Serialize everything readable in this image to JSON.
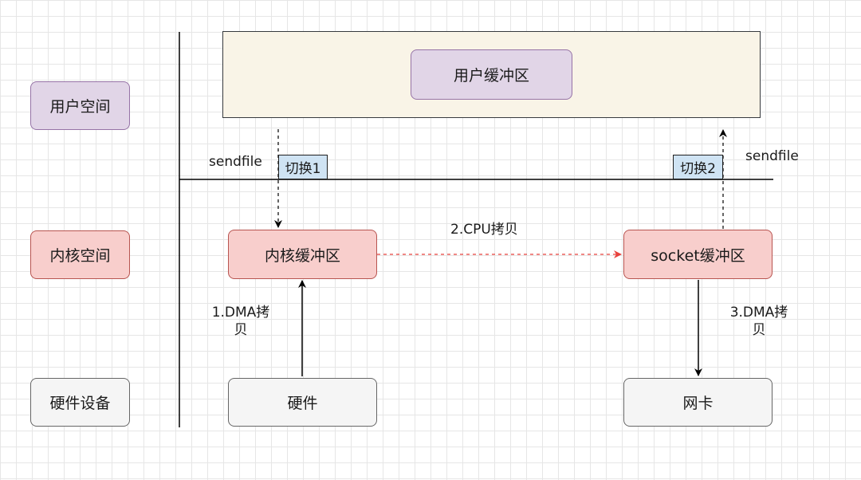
{
  "left_labels": {
    "user_space": "用户空间",
    "kernel_space": "内核空间",
    "hardware_devices": "硬件设备"
  },
  "boxes": {
    "user_buffer": "用户缓冲区",
    "kernel_buffer": "内核缓冲区",
    "socket_buffer": "socket缓冲区",
    "hardware": "硬件",
    "nic": "网卡"
  },
  "switch_tags": {
    "switch1": "切换1",
    "switch2": "切换2"
  },
  "annotations": {
    "sendfile_left": "sendfile",
    "sendfile_right": "sendfile",
    "cpu_copy": "2.CPU拷贝",
    "dma_copy1_line1": "1.DMA拷",
    "dma_copy1_line2": "贝",
    "dma_copy3_line1": "3.DMA拷",
    "dma_copy3_line2": "贝"
  },
  "colors": {
    "purple_fill": "#e1d5e7",
    "red_fill": "#f8cecc",
    "gray_fill": "#f5f5f5",
    "panel_fill": "#f9f4e7",
    "tag_fill": "#cfe3f3",
    "dashed_red": "#e8413c"
  }
}
